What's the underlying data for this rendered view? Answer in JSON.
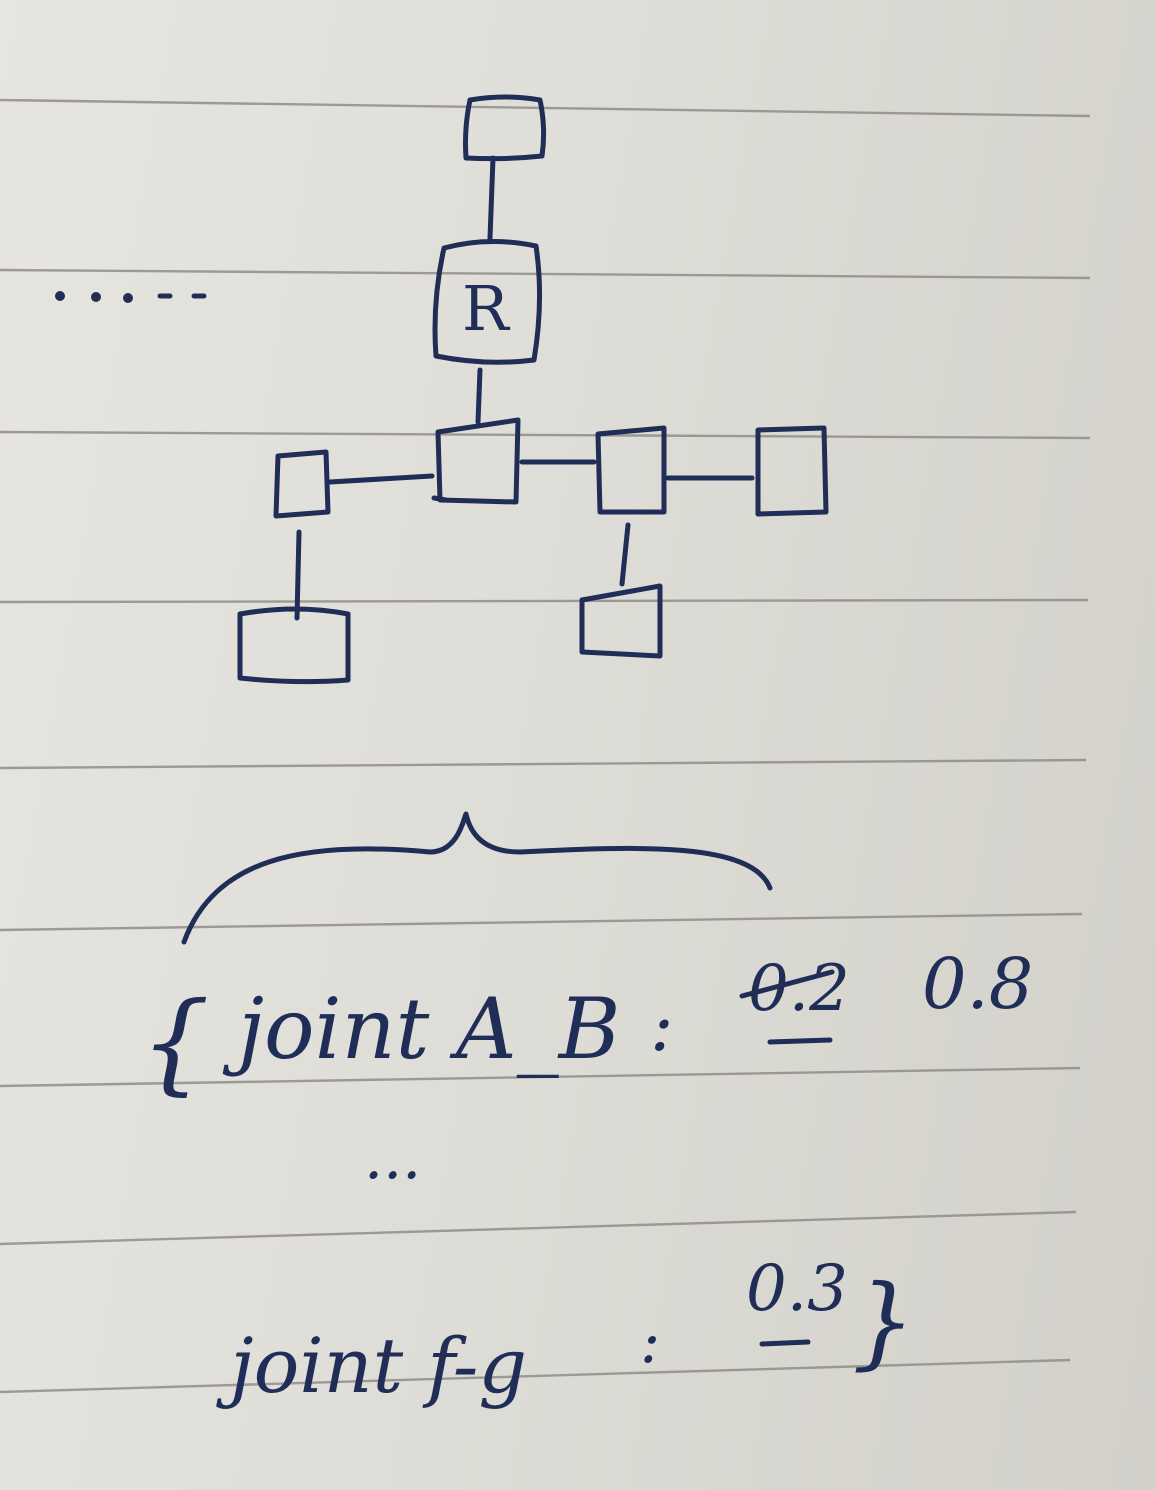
{
  "diagram": {
    "root_label": "R",
    "left_ellipsis": "...",
    "nodes": [
      {
        "id": "top"
      },
      {
        "id": "root",
        "label": "R"
      },
      {
        "id": "hub"
      },
      {
        "id": "left"
      },
      {
        "id": "mid-right"
      },
      {
        "id": "far-right"
      },
      {
        "id": "bottom-left"
      },
      {
        "id": "bottom-mid"
      }
    ],
    "edges": [
      [
        "top",
        "root"
      ],
      [
        "root",
        "hub"
      ],
      [
        "left",
        "hub"
      ],
      [
        "hub",
        "mid-right"
      ],
      [
        "mid-right",
        "far-right"
      ],
      [
        "left",
        "bottom-left"
      ],
      [
        "mid-right",
        "bottom-mid"
      ]
    ]
  },
  "notes": {
    "open_brace": "{",
    "line1_key": "joint A_B",
    "line1_sep": ":",
    "line1_struck_value": "0.2",
    "line1_value": "0.8",
    "ellipsis": "...",
    "line2_key": "joint f-g",
    "line2_sep": ":",
    "line2_value": "0.3",
    "close_brace": "}"
  },
  "colors": {
    "ink": "#1f2d57",
    "paper": "#e2e0da",
    "rule": "#8f8d89"
  }
}
